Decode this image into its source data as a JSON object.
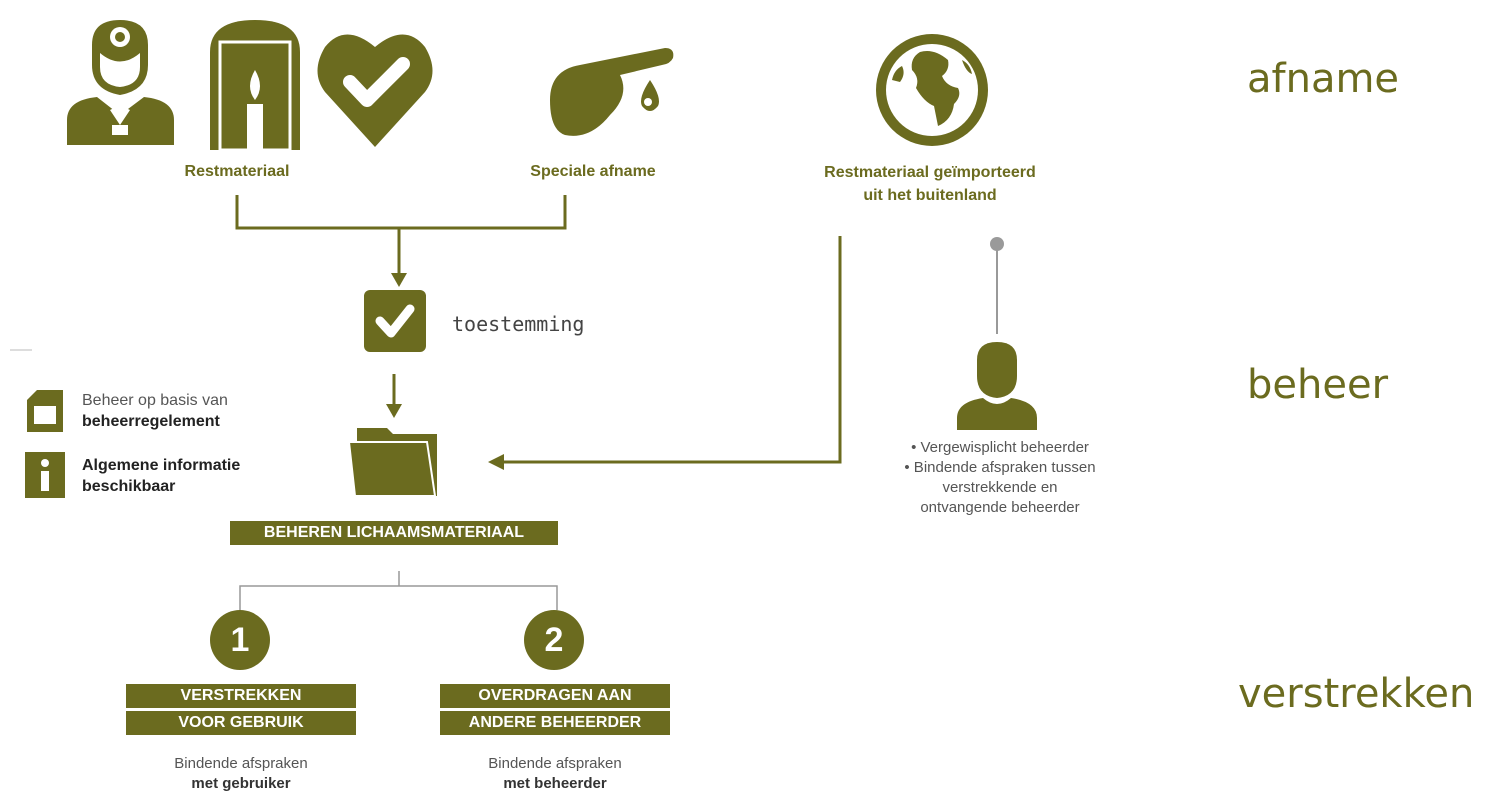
{
  "colors": {
    "accent": "#6b6b1f",
    "line": "#6b6b1f",
    "grey_line": "#999999"
  },
  "sources": {
    "restmateriaal": "Restmateriaal",
    "speciale_afname": "Speciale afname",
    "import_line1": "Restmateriaal  geïmporteerd",
    "import_line2": "uit het buitenland"
  },
  "consent": {
    "label": "toestemming",
    "icon": "checkmark-icon"
  },
  "side_info": {
    "beheer_line1": "Beheer op basis van",
    "beheer_line2": "beheerregelement",
    "info_line1": "Algemene informatie",
    "info_line2": "beschikbaar"
  },
  "central": {
    "title": "BEHEREN LICHAAMSMATERIAAL",
    "icon": "folder-icon"
  },
  "manager_notes": {
    "item1": "• Vergewisplicht beheerder",
    "item2": "• Bindende afspraken tussen",
    "item2_cont1": "verstrekkende en",
    "item2_cont2": "ontvangende beheerder"
  },
  "options": [
    {
      "number": "1",
      "title_line1": "VERSTREKKEN",
      "title_line2": "VOOR GEBRUIK",
      "desc_line1": "Bindende afspraken",
      "desc_line2": "met gebruiker"
    },
    {
      "number": "2",
      "title_line1": "OVERDRAGEN AAN",
      "title_line2": "ANDERE BEHEERDER",
      "desc_line1": "Bindende afspraken",
      "desc_line2": "met beheerder"
    }
  ],
  "stages": {
    "afname": "afname",
    "beheer": "beheer",
    "verstrekken": "verstrekken"
  }
}
